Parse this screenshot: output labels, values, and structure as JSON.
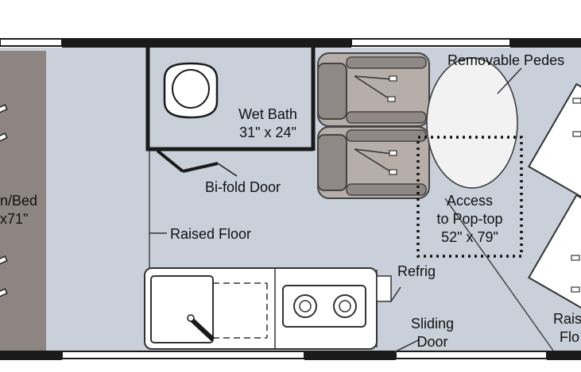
{
  "colors": {
    "floor": "#c9d0da",
    "wall": "#1a1a1a",
    "bed": "#8e8482",
    "seat": "#908886",
    "seat_light": "#b7aeaa",
    "table": "#f2f2f2",
    "fixture": "#ffffff",
    "line": "#333333"
  },
  "labels": {
    "removable_pedestal": "Removable Pedes",
    "wet_bath_name": "Wet Bath",
    "wet_bath_size": "31\" x 24\"",
    "bifold_door": "Bi-fold Door",
    "bed_line1": "n/Bed",
    "bed_line2": "x71\"",
    "raised_floor": "Raised Floor",
    "access_line1": "Access",
    "access_line2": "to Pop-top",
    "access_size": "52\" x 79\"",
    "refrig": "Refrig",
    "sliding_door_line1": "Sliding",
    "sliding_door_line2": "Door",
    "raised_floor_right_line1": "Rais",
    "raised_floor_right_line2": "Flo"
  }
}
